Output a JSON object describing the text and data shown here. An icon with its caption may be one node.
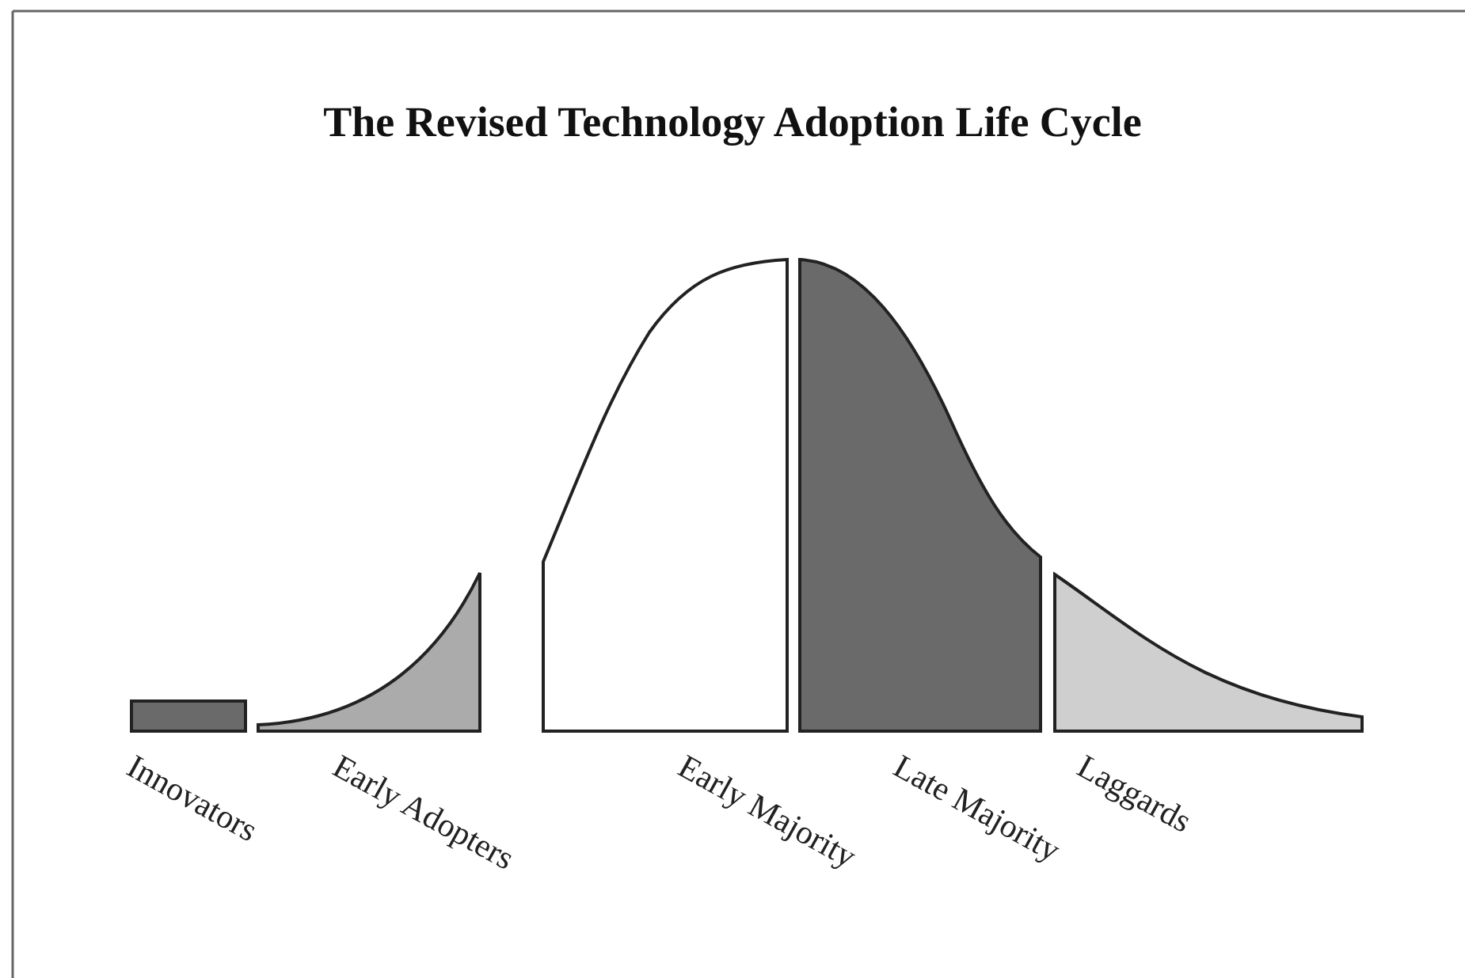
{
  "diagram": {
    "title": "The Revised Technology Adoption Life Cycle",
    "labels": [
      "Innovators",
      "Early Adopters",
      "Early Majority",
      "Late Majority",
      "Laggards"
    ]
  }
}
